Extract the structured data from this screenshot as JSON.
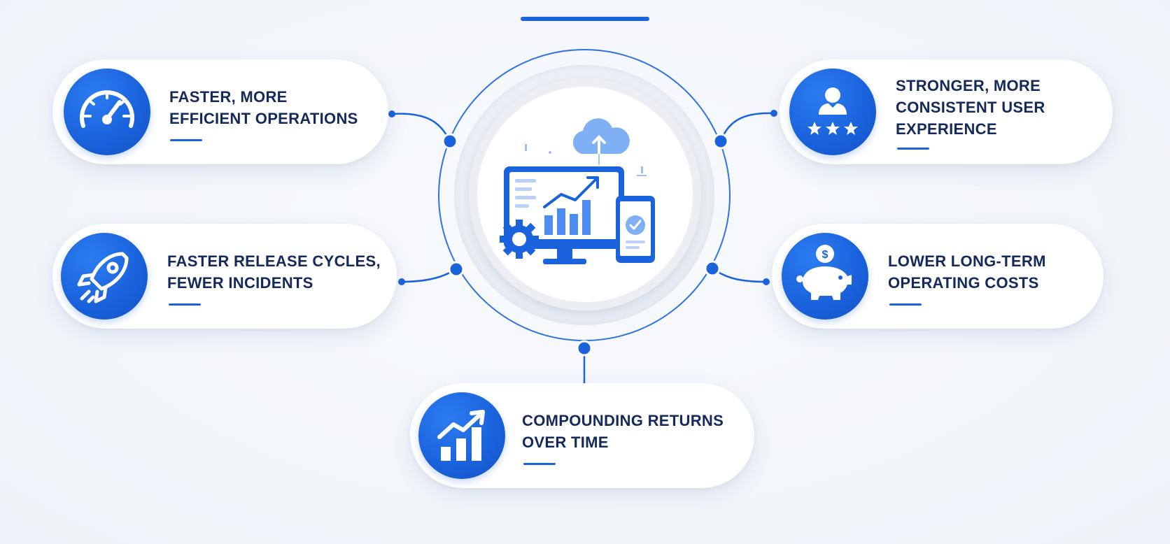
{
  "theme": {
    "accent": "#1a63dd",
    "text": "#132a5a",
    "background": "#f3f6fb"
  },
  "center": {
    "icon": "analytics-dashboard-cloud-devices-icon"
  },
  "benefits": [
    {
      "id": "ops",
      "lines": [
        "FASTER, MORE",
        "EFFICIENT OPERATIONS"
      ],
      "icon": "speedometer-icon"
    },
    {
      "id": "release",
      "lines": [
        "FASTER RELEASE CYCLES,",
        "FEWER INCIDENTS"
      ],
      "icon": "rocket-icon"
    },
    {
      "id": "ux",
      "lines": [
        "STRONGER, MORE",
        "CONSISTENT USER",
        "EXPERIENCE"
      ],
      "icon": "user-rating-icon"
    },
    {
      "id": "costs",
      "lines": [
        "LOWER LONG-TERM",
        "OPERATING COSTS"
      ],
      "icon": "piggy-bank-icon"
    },
    {
      "id": "returns",
      "lines": [
        "COMPOUNDING RETURNS",
        "OVER TIME"
      ],
      "icon": "growth-chart-icon"
    }
  ]
}
